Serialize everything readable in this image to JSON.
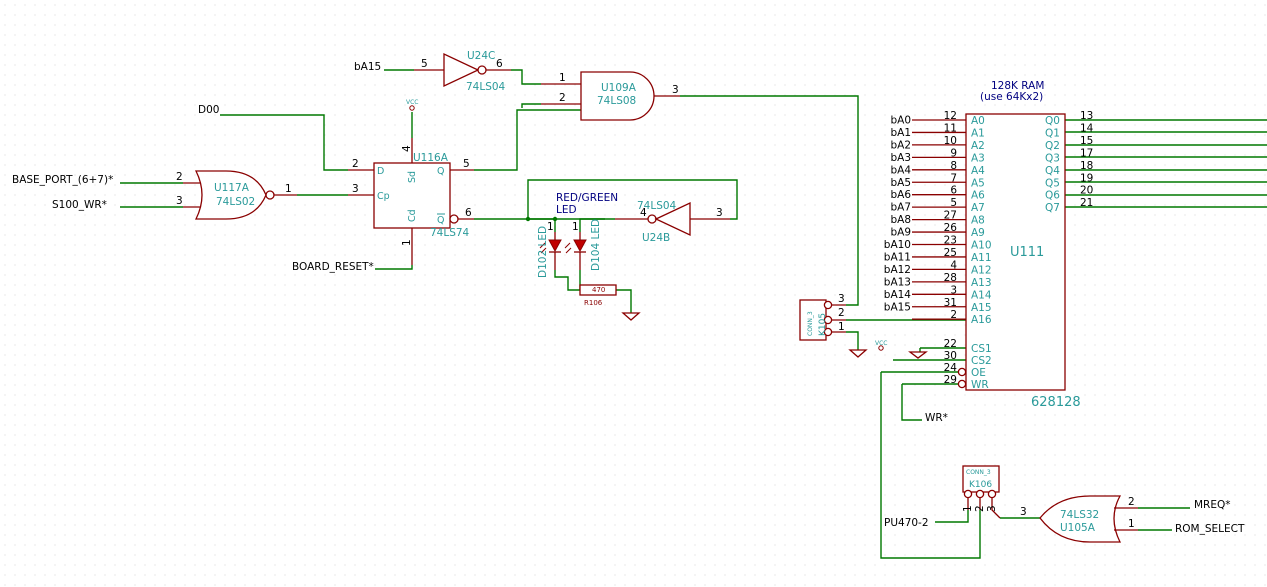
{
  "net_labels": {
    "ba15_in": "bA15",
    "d00": "D00",
    "base_port": "BASE_PORT_(6+7)*",
    "s100_wr": "S100_WR*",
    "board_reset": "BOARD_RESET*",
    "wr": "WR*",
    "pu470": "PU470-2",
    "mreq": "MREQ*",
    "rom_select": "ROM_SELECT"
  },
  "u24c": {
    "ref": "U24C",
    "part": "74LS04",
    "pin_in": "5",
    "pin_out": "6"
  },
  "u109a": {
    "ref": "U109A",
    "part": "74LS08",
    "pin_a": "1",
    "pin_b": "2",
    "pin_out": "3"
  },
  "u116a": {
    "ref": "U116A",
    "part": "74LS74",
    "pin_d_name": "D",
    "pin_cp_name": "Cp",
    "pin_q_name": "Q",
    "pin_qn_name": "Q",
    "pin_sd_name": "Sd",
    "pin_cd_name": "Cd",
    "pin_d": "2",
    "pin_cp": "3",
    "pin_sd": "4",
    "pin_q": "5",
    "pin_qn": "6",
    "pin_cd": "1",
    "vcc": "VCC"
  },
  "u117a": {
    "ref": "U117A",
    "part": "74LS02",
    "pin_a": "2",
    "pin_b": "3",
    "pin_out": "1"
  },
  "u24b": {
    "ref": "U24B",
    "part": "74LS04",
    "pin_in": "4",
    "pin_out": "3"
  },
  "leds": {
    "caption_line1": "RED/GREEN",
    "caption_line2": "LED",
    "d102": "D102 LED",
    "d104": "D104 LED",
    "d102_pin": "1",
    "d104_pin": "1"
  },
  "r106": {
    "ref": "R106",
    "value": "470"
  },
  "k105": {
    "ref": "K105",
    "part": "CONN_3",
    "pins": [
      "3",
      "2",
      "1"
    ]
  },
  "k106": {
    "ref": "K106",
    "part": "CONN_3",
    "pins": [
      "1",
      "2",
      "3"
    ]
  },
  "u105a": {
    "ref": "U105A",
    "part": "74LS32",
    "pin_a": "2",
    "pin_b": "1",
    "pin_out": "3"
  },
  "ram": {
    "title_line1": "128K RAM",
    "title_line2": "(use 64Kx2)",
    "ref": "U111",
    "part": "628128",
    "vcc": "VCC",
    "addr": [
      {
        "net": "bA0",
        "num": "12",
        "name": "A0"
      },
      {
        "net": "bA1",
        "num": "11",
        "name": "A1"
      },
      {
        "net": "bA2",
        "num": "10",
        "name": "A2"
      },
      {
        "net": "bA3",
        "num": "9",
        "name": "A3"
      },
      {
        "net": "bA4",
        "num": "8",
        "name": "A4"
      },
      {
        "net": "bA5",
        "num": "7",
        "name": "A5"
      },
      {
        "net": "bA6",
        "num": "6",
        "name": "A6"
      },
      {
        "net": "bA7",
        "num": "5",
        "name": "A7"
      },
      {
        "net": "bA8",
        "num": "27",
        "name": "A8"
      },
      {
        "net": "bA9",
        "num": "26",
        "name": "A9"
      },
      {
        "net": "bA10",
        "num": "23",
        "name": "A10"
      },
      {
        "net": "bA11",
        "num": "25",
        "name": "A11"
      },
      {
        "net": "bA12",
        "num": "4",
        "name": "A12"
      },
      {
        "net": "bA13",
        "num": "28",
        "name": "A13"
      },
      {
        "net": "bA14",
        "num": "3",
        "name": "A14"
      },
      {
        "net": "bA15",
        "num": "31",
        "name": "A15"
      },
      {
        "net": "",
        "num": "2",
        "name": "A16"
      }
    ],
    "data": [
      {
        "num": "13",
        "name": "Q0"
      },
      {
        "num": "14",
        "name": "Q1"
      },
      {
        "num": "15",
        "name": "Q2"
      },
      {
        "num": "17",
        "name": "Q3"
      },
      {
        "num": "18",
        "name": "Q4"
      },
      {
        "num": "19",
        "name": "Q5"
      },
      {
        "num": "20",
        "name": "Q6"
      },
      {
        "num": "21",
        "name": "Q7"
      }
    ],
    "ctrl": [
      {
        "num": "22",
        "name": "CS1"
      },
      {
        "num": "30",
        "name": "CS2"
      },
      {
        "num": "24",
        "name": "OE"
      },
      {
        "num": "29",
        "name": "WR"
      }
    ]
  }
}
